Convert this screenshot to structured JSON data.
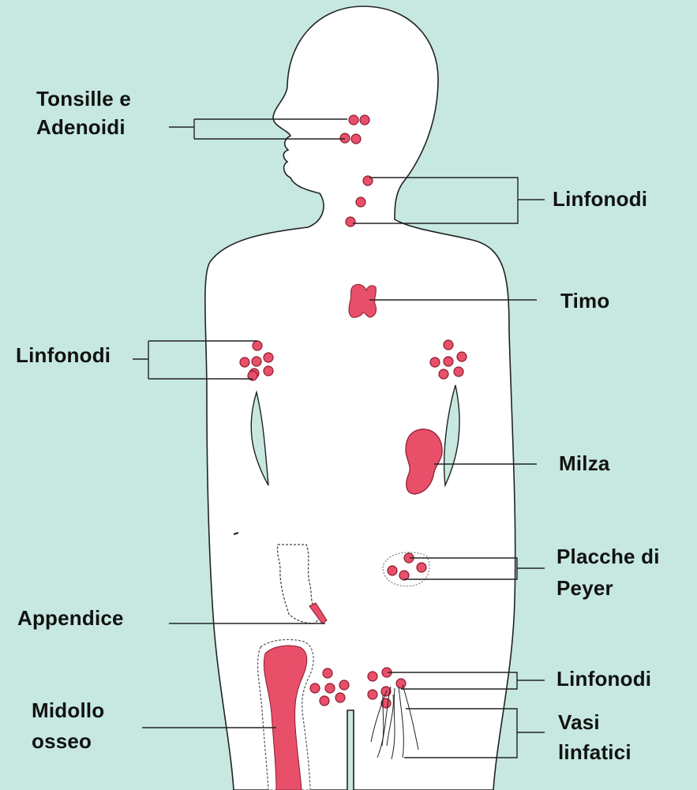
{
  "labels": {
    "tonsils_line1": "Tonsille e",
    "tonsils_line2": "Adenoidi",
    "lymph_neck": "Linfonodi",
    "thymus": "Timo",
    "lymph_axilla": "Linfonodi",
    "spleen": "Milza",
    "peyer_line1": "Placche di",
    "peyer_line2": "Peyer",
    "appendix": "Appendice",
    "lymph_groin": "Linfonodi",
    "vessels_line1": "Vasi",
    "vessels_line2": "linfatici",
    "marrow_line1": "Midollo",
    "marrow_line2": "osseo"
  },
  "colors": {
    "background": "#c6e8e0",
    "body_fill": "#ffffff",
    "outline": "#222222",
    "organ": "#e8506a",
    "organ_stroke": "#8a1a2c"
  }
}
